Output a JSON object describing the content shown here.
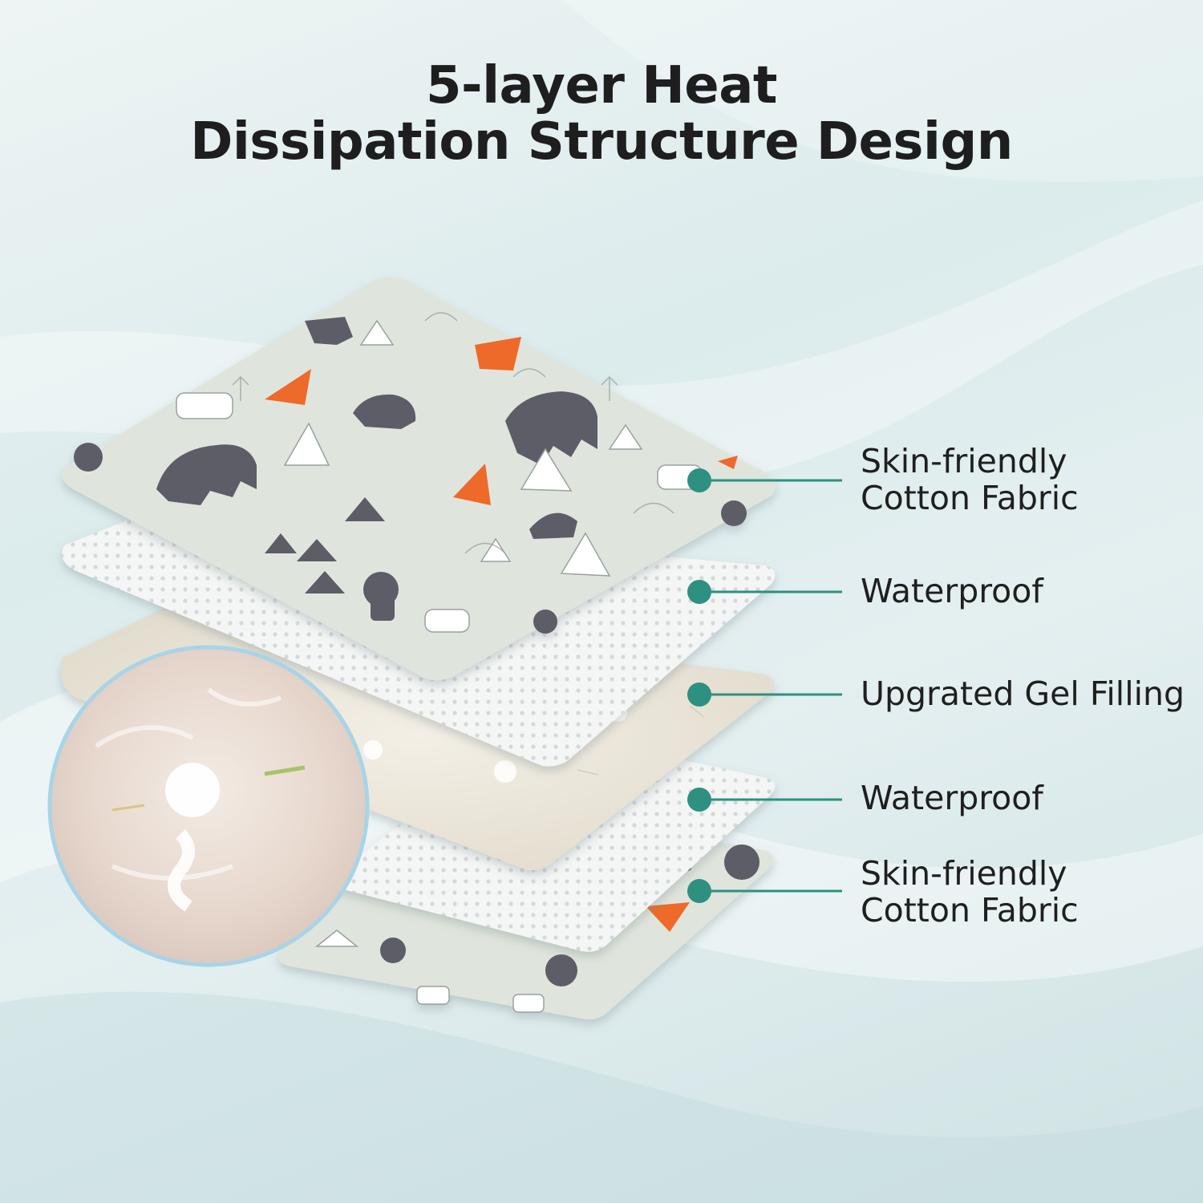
{
  "title": {
    "line1": "5-layer Heat",
    "line2": "Dissipation Structure Design"
  },
  "layers": [
    {
      "line1": "Skin-friendly",
      "line2": "Cotton Fabric"
    },
    {
      "line1": "Waterproof"
    },
    {
      "line1": "Upgrated Gel Filling"
    },
    {
      "line1": "Waterproof"
    },
    {
      "line1": "Skin-friendly",
      "line2": "Cotton Fabric"
    }
  ],
  "colors": {
    "accent": "#2e9080",
    "fabric": "#dfe5dc",
    "print_gray": "#5c5d66",
    "print_orange": "#ee6a2a",
    "mesh": "#f7f8f8",
    "gel": "#ece7dc"
  }
}
